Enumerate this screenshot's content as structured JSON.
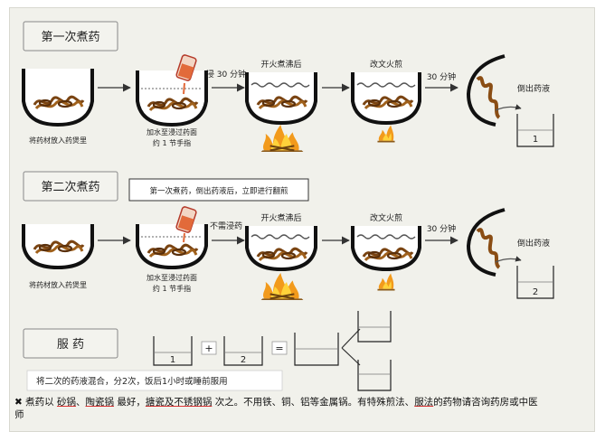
{
  "sections": {
    "first": "第一次煮药",
    "second": "第二次煮药",
    "serve": "服 药"
  },
  "row1": {
    "pot1": "将药材放入药煲里",
    "pot2_line1": "加水至浸过药面",
    "pot2_line2": "约 1 节手指",
    "soak": "浸 30 分钟",
    "boil": "开火煮沸后",
    "simmer": "改文火煎",
    "wait": "30 分钟",
    "pour": "倒出药液",
    "bowl_num": "1"
  },
  "row2": {
    "callout": "第一次煮药，倒出药液后，立即进行翻煎",
    "pot1": "将药材放入药煲里",
    "pot2_line1": "加水至浸过药面",
    "pot2_line2": "约 1 节手指",
    "nosoak": "不需浸药",
    "boil": "开火煮沸后",
    "simmer": "改文火煎",
    "wait": "30 分钟",
    "pour": "倒出药液",
    "bowl_num": "2"
  },
  "row3": {
    "bowl1": "1",
    "plus": "+",
    "bowl2": "2",
    "equals": "=",
    "instruction": "将二次的药液混合，分2次，饭后1小时或睡前服用"
  },
  "note": {
    "bullet": "✖",
    "text_a": "煮药以",
    "u1": "砂锅",
    "text_b": "、",
    "u2": "陶瓷锅",
    "text_c": "最好，",
    "u3": "搪瓷及不锈钢锅",
    "text_d": "次之。不用铁、铜、铝等金属锅。有特殊煎法、",
    "u4": "服法",
    "text_e": "的药物请咨询药房或中医",
    "text_f": "师"
  }
}
